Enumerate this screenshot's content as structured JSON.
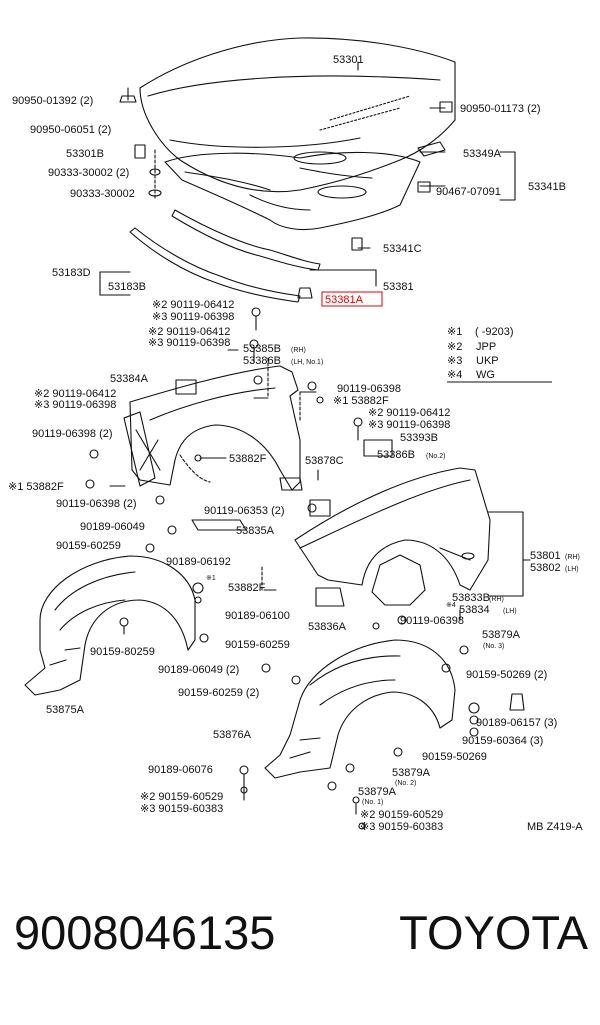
{
  "footer": {
    "part_number": "9008046135",
    "brand": "TOYOTA"
  },
  "highlight_color": "#e60000",
  "diagram_id": "MB Z419-A",
  "legend": [
    {
      "mark": "※1",
      "text": "(          -9203)"
    },
    {
      "mark": "※2",
      "text": "JPP"
    },
    {
      "mark": "※3",
      "text": "UKP"
    },
    {
      "mark": "※4",
      "text": "WG"
    }
  ],
  "labels": [
    "53301",
    "90950-01392 (2)",
    "90950-01173 (2)",
    "90950-06051 (2)",
    "53301B",
    "53349A",
    "90333-30002 (2)",
    "53341B",
    "90333-30002",
    "90467-07091",
    "53341C",
    "53183D",
    "53183B",
    "53381",
    "53381A",
    "※2 90119-06412",
    "※3 90119-06398",
    "※2 90119-06412",
    "※3 90119-06398",
    "53385B",
    "(RH)",
    "53386B",
    "(LH, No.1)",
    "53384A",
    "90119-06398",
    "※2 90119-06412",
    "※3 90119-06398",
    "※1 53882F",
    "※2 90119-06412",
    "※3 90119-06398",
    "90119-06398 (2)",
    "53393B",
    "53386B",
    "(No.2)",
    "53882F",
    "53878C",
    "※1 53882F",
    "90119-06398 (2)",
    "90119-06353 (2)",
    "90189-06049",
    "53835A",
    "53801",
    "(RH)",
    "53802",
    "(LH)",
    "90159-60259",
    "90189-06192",
    "※1",
    "53882F",
    "53833B",
    "(RH)",
    "※4",
    "53834",
    "(LH)",
    "90189-06100",
    "53836A",
    "90119-06398",
    "53879A",
    "(No. 3)",
    "90159-80259",
    "90159-60259",
    "90189-06049 (2)",
    "90159-50269 (2)",
    "90159-60259 (2)",
    "53875A",
    "53876A",
    "90189-06157 (3)",
    "90159-60364 (3)",
    "90159-50269",
    "90189-06076",
    "53879A",
    "(No. 2)",
    "53879A",
    "(No. 1)",
    "※2 90159-60529",
    "※3 90159-60383",
    "※2 90159-60529",
    "※3 90159-60383",
    "MB Z419-A"
  ]
}
